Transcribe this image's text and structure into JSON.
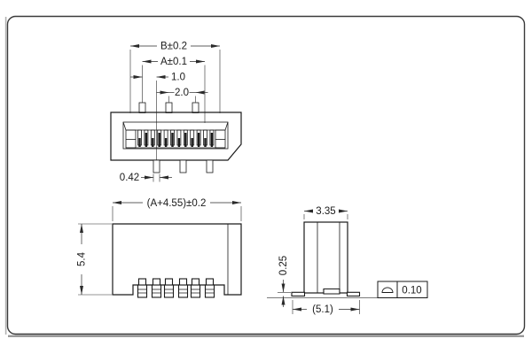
{
  "dims": {
    "top": {
      "overall": "B±0.2",
      "span": "A±0.1",
      "row_offset": "1.0",
      "pitch": "2.0",
      "tab_width": "0.42"
    },
    "front": {
      "width": "(A+4.55)±0.2",
      "height": "5.4"
    },
    "side": {
      "width": "3.35",
      "foot_thickness": "0.25",
      "overall": "(5.1)"
    }
  },
  "callout": {
    "value": "0.10",
    "symbol_icon": "surface-profile"
  },
  "colors": {
    "line": "#1a1a1a",
    "background": "#ffffff"
  }
}
